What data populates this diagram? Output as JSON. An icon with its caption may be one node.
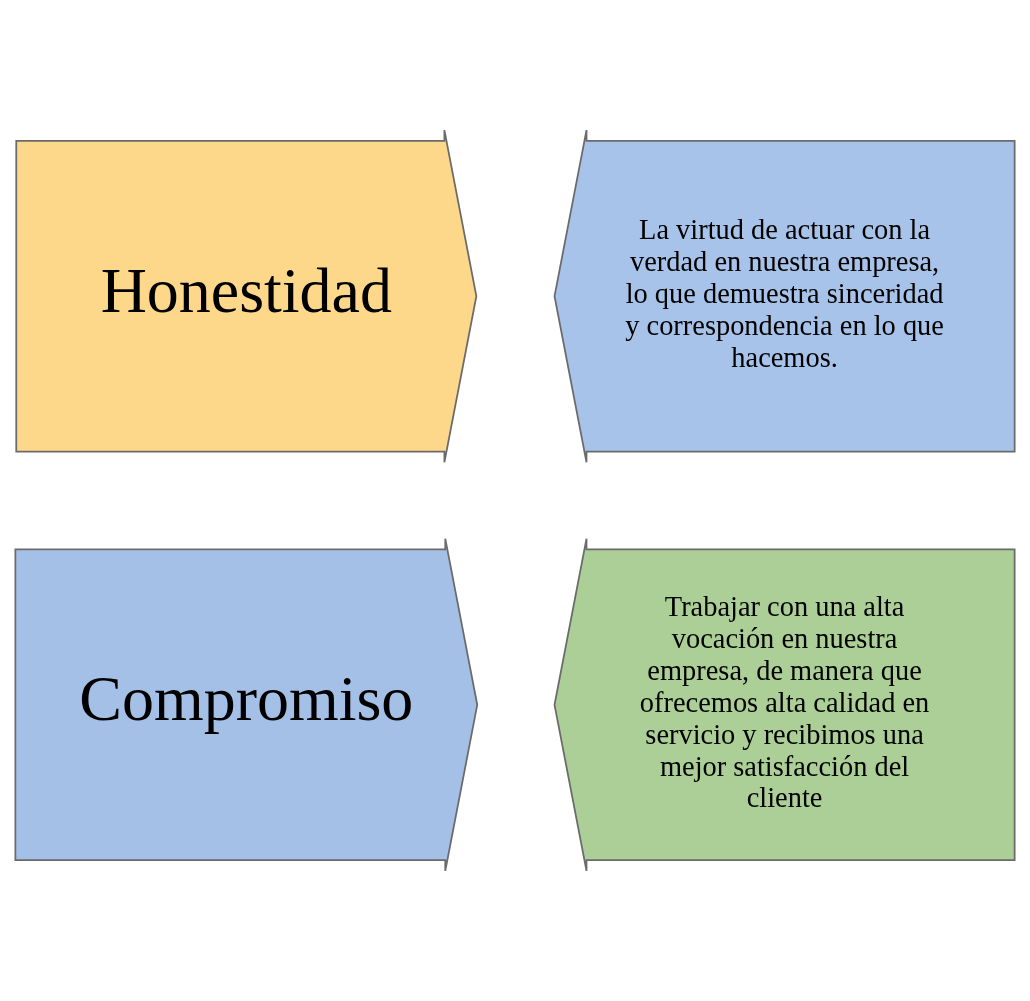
{
  "diagram": {
    "nodes": [
      {
        "text": [
          "Honestidad"
        ]
      },
      {
        "text": [
          "La virtud de actuar con la verdad en nuestra empresa, lo que demuestra sinceridad y correspondencia en lo que hacemos."
        ]
      },
      {
        "text": [
          "Compromiso"
        ]
      },
      {
        "text": [
          "Trabajar con una alta vocación en nuestra empresa, de manera que ofrecemos alta calidad en servicio y recibimos una mejor satisfacción del cliente"
        ]
      }
    ]
  }
}
